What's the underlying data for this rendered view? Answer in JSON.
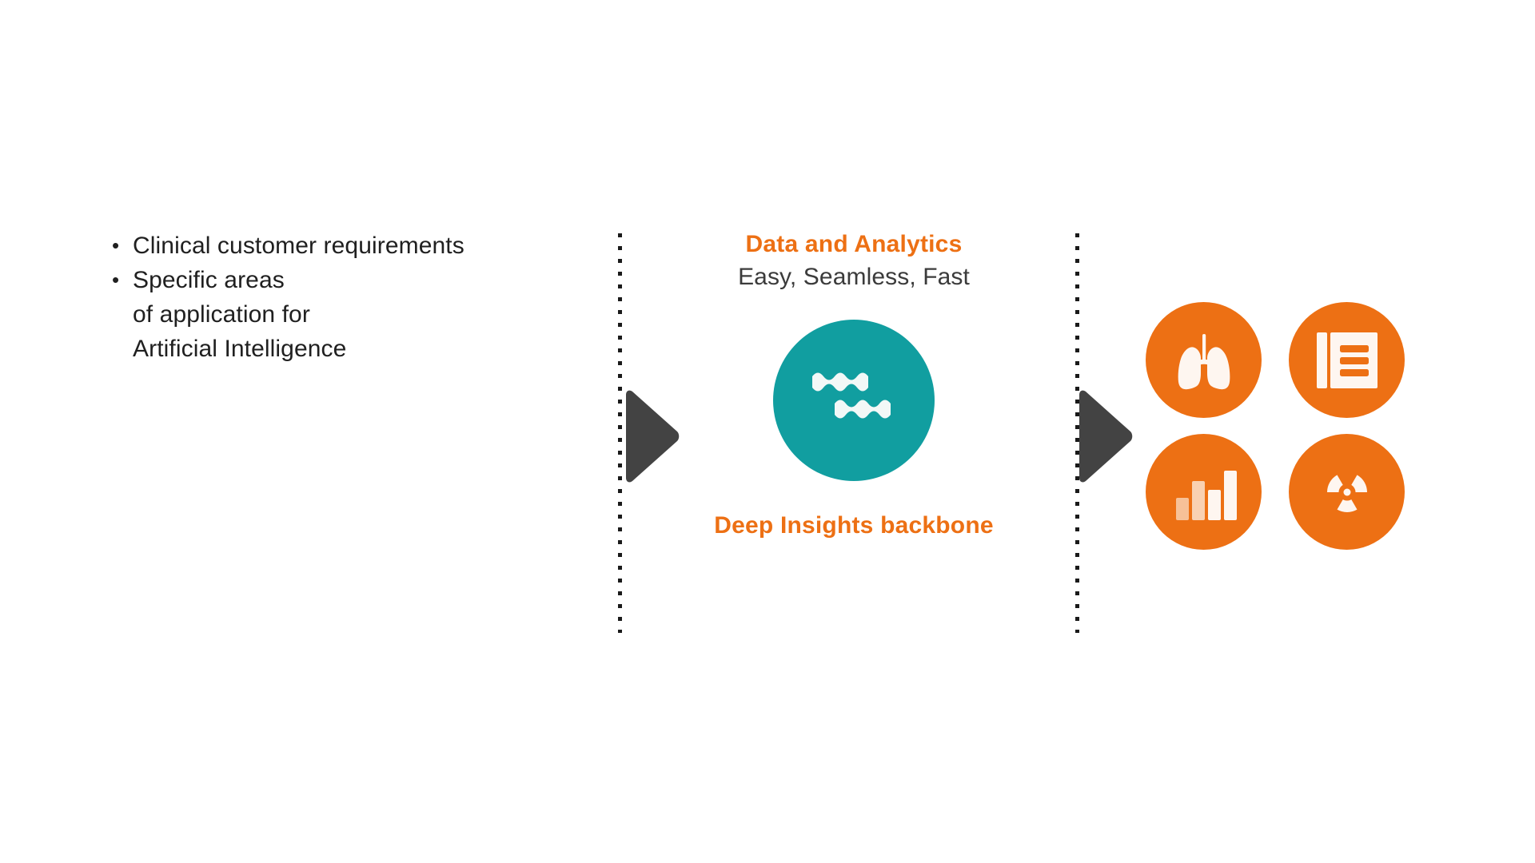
{
  "slide": {
    "background": "#FFFFFF",
    "accent_orange": "#ED7014",
    "accent_teal": "#119EA0",
    "arrow_gray": "#434343",
    "text_color": "#202020"
  },
  "left": {
    "bullets": [
      {
        "marker": "•",
        "text": "Clinical customer requirements"
      },
      {
        "marker": "•",
        "text": "Specific areas\nof application for\nArtificial Intelligence"
      }
    ]
  },
  "center": {
    "title": "Data and Analytics",
    "subtitle": "Easy, Seamless, Fast",
    "caption": "Deep Insights backbone",
    "circle_icon": "data-waves-icon"
  },
  "right": {
    "icons": [
      {
        "name": "lungs-icon",
        "label": "Lungs"
      },
      {
        "name": "report-book-icon",
        "label": "Report"
      },
      {
        "name": "bar-chart-icon",
        "label": "Bar chart"
      },
      {
        "name": "radiology-icon",
        "label": "Radiology"
      }
    ]
  },
  "flow": {
    "arrows": [
      {
        "name": "flow-arrow-1",
        "direction": "right"
      },
      {
        "name": "flow-arrow-2",
        "direction": "right"
      }
    ],
    "dividers": [
      {
        "name": "dotted-divider-1"
      },
      {
        "name": "dotted-divider-2"
      }
    ]
  }
}
